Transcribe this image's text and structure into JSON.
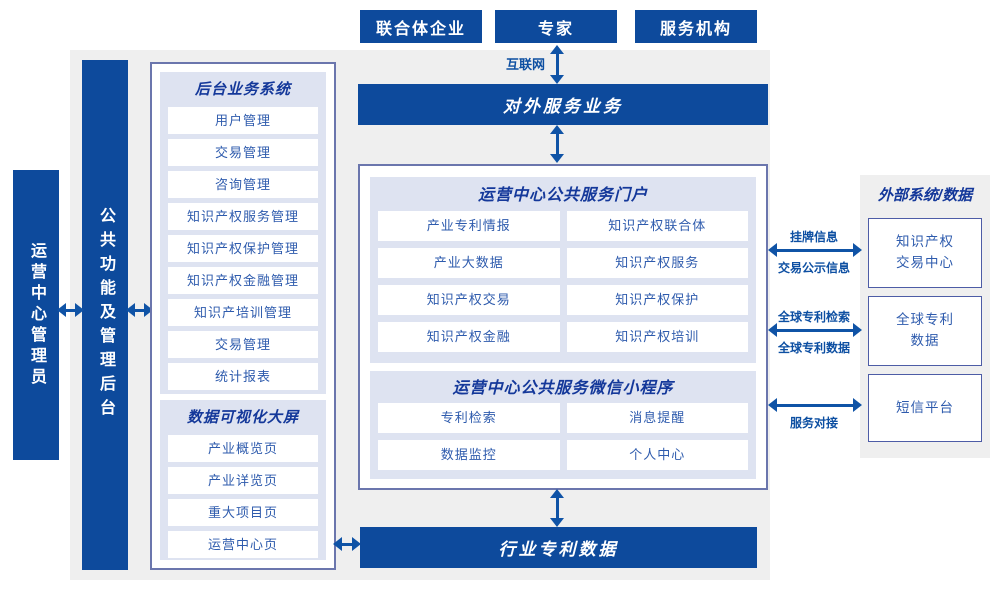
{
  "colors": {
    "primary_blue": "#0d4a9c",
    "arrow_blue": "#0f53a6",
    "panel_lavender": "#dee3f1",
    "page_gray": "#efefef",
    "container_border": "#6b76ad",
    "item_text": "#2e5bad",
    "title_text": "#14389a",
    "label_text": "#0d4fa2"
  },
  "actors": [
    "联合体企业",
    "专家",
    "服务机构"
  ],
  "internet_label": "互联网",
  "external_service_bar": "对外服务业务",
  "industry_patent_bar": "行业专利数据",
  "left": {
    "admin_bar": "运营中心管理员",
    "public_bar": "公共功能及管理后台",
    "backend_system": {
      "title": "后台业务系统",
      "items": [
        "用户管理",
        "交易管理",
        "咨询管理",
        "知识产权服务管理",
        "知识产权保护管理",
        "知识产权金融管理",
        "知识产培训管理",
        "交易管理",
        "统计报表"
      ]
    },
    "dashboard": {
      "title": "数据可视化大屏",
      "items": [
        "产业概览页",
        "产业详览页",
        "重大项目页",
        "运营中心页"
      ]
    }
  },
  "portal": {
    "title": "运营中心公共服务门户",
    "items": [
      "产业专利情报",
      "知识产权联合体",
      "产业大数据",
      "知识产权服务",
      "知识产权交易",
      "知识产权保护",
      "知识产权金融",
      "知识产权培训"
    ]
  },
  "miniprogram": {
    "title": "运营中心公共服务微信小程序",
    "items": [
      "专利检索",
      "消息提醒",
      "数据监控",
      "个人中心"
    ]
  },
  "external": {
    "title": "外部系统/数据",
    "systems": [
      "知识产权\n交易中心",
      "全球专利\n数据",
      "短信平台"
    ],
    "links": {
      "link1": {
        "top": "挂牌信息",
        "bottom": "交易公示信息"
      },
      "link2": {
        "top": "全球专利检索",
        "bottom": "全球专利数据"
      },
      "link3": {
        "bottom": "服务对接"
      }
    }
  }
}
